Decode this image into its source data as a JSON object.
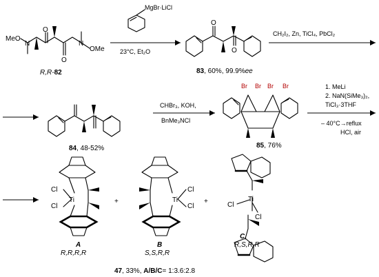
{
  "reagents": {
    "grignard": "MgBr·LiCl",
    "step1_conditions": "23°C, Et₂O",
    "step2_conditions": "CH₂I₂, Zn, TiCl₄, PbCl₂",
    "step3_conditions_line1": "CHBr₃, KOH,",
    "step3_conditions_line2": "BnMe₃NCl",
    "step4_line1": "1. MeLi",
    "step4_line2": "2. NaN(SiMe₃)₂,",
    "step4_line3": "TiCl₃·3THF",
    "step4_line4": "– 40°C→reflux",
    "step4_line5": "HCl, air"
  },
  "atoms": {
    "meo": "MeO",
    "ome": "OMe",
    "n": "N",
    "o": "O",
    "br": "Br",
    "ti": "Ti",
    "cl": "Cl"
  },
  "compounds": {
    "c82_stereo": "R,R-",
    "c82_num": "82",
    "c83_num": "83",
    "c83_yield": ", 60%, 99.9%",
    "c83_ee": "ee",
    "c84_num": "84",
    "c84_yield": ", 48-52%",
    "c85_num": "85",
    "c85_yield": ", 76%"
  },
  "products": {
    "a_label": "A",
    "a_config": "R,R,R,R",
    "b_label": "B",
    "b_config": "S,S,R,R",
    "c_label": "C,",
    "c_config": "R,S,R,R",
    "plus": "+",
    "summary_num": "47",
    "summary_yield": ", 33%, ",
    "summary_ratio_label": "A/B/C",
    "summary_ratio": "= 1:3.6:2.8"
  }
}
